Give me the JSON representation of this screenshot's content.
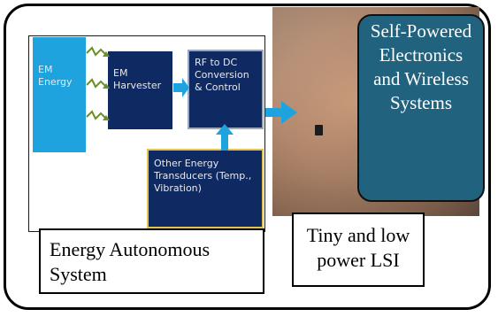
{
  "diagram": {
    "em_energy": "EM Energy",
    "em_harvester": "EM Harvester",
    "rf_dc": "RF to DC Conversion & Control",
    "other_transducers": "Other Energy Transducers (Temp., Vibration)"
  },
  "self_powered": "Self-Powered Electronics and Wireless Systems",
  "energy_autonomous": "Energy Autonomous System",
  "tiny_lsi": "Tiny and low power LSI",
  "colors": {
    "em_energy_block": "#1fa3df",
    "dark_block": "#0f2a63",
    "self_powered_box": "#21627f",
    "arrow": "#1fa3df"
  }
}
